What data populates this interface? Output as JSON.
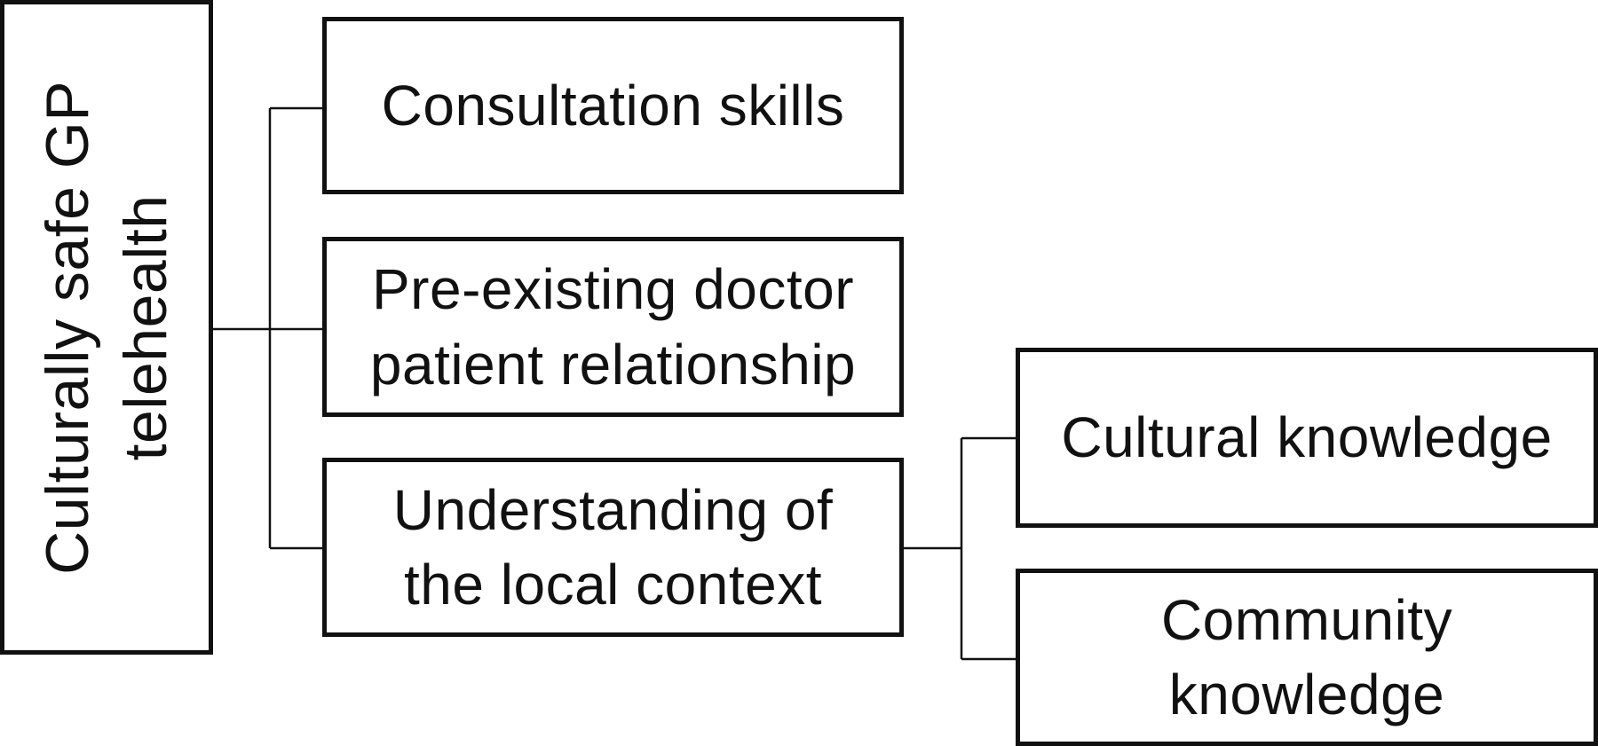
{
  "root": {
    "line1": "Culturally safe GP",
    "line2": "telehealth"
  },
  "branches": [
    {
      "line1": "Consultation skills",
      "line2": ""
    },
    {
      "line1": "Pre-existing doctor",
      "line2": "patient relationship"
    },
    {
      "line1": "Understanding of",
      "line2": "the local context"
    }
  ],
  "sub_branches": [
    {
      "line1": "Cultural knowledge",
      "line2": ""
    },
    {
      "line1": "Community",
      "line2": "knowledge"
    }
  ],
  "colors": {
    "line": "#111111",
    "box_border": "#111111",
    "background": "#ffffff"
  }
}
